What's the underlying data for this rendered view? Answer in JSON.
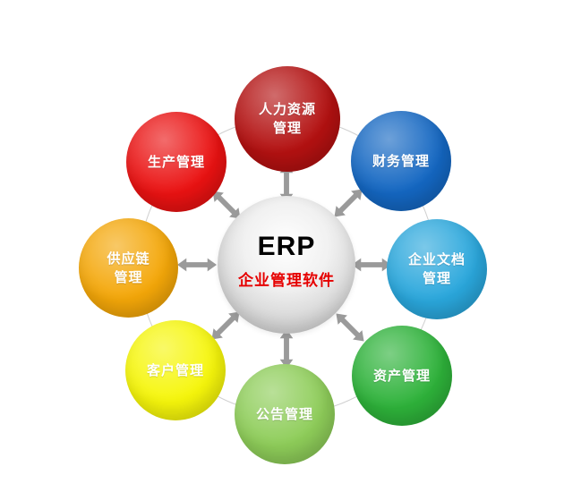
{
  "center": {
    "title": "ERP",
    "subtitle": "企业管理软件",
    "subtitle_color": "#e60000"
  },
  "nodes": [
    {
      "id": "human-resources",
      "line1": "人力资源",
      "line2": "管理",
      "color": "#b31111"
    },
    {
      "id": "finance",
      "line1": "财务管理",
      "line2": "",
      "color": "#1467c2"
    },
    {
      "id": "enterprise-docs",
      "line1": "企业文档",
      "line2": "管理",
      "color": "#2aa7dc"
    },
    {
      "id": "asset",
      "line1": "资产管理",
      "line2": "",
      "color": "#2eb23a"
    },
    {
      "id": "announcement",
      "line1": "公告管理",
      "line2": "",
      "color": "#8ecd59"
    },
    {
      "id": "customer",
      "line1": "客户管理",
      "line2": "",
      "color": "#f6f60b"
    },
    {
      "id": "supply-chain",
      "line1": "供应链",
      "line2": "管理",
      "color": "#f4a709"
    },
    {
      "id": "production",
      "line1": "生产管理",
      "line2": "",
      "color": "#ea1212"
    }
  ],
  "connector": {
    "arrow_color": "#9a9a9a"
  }
}
